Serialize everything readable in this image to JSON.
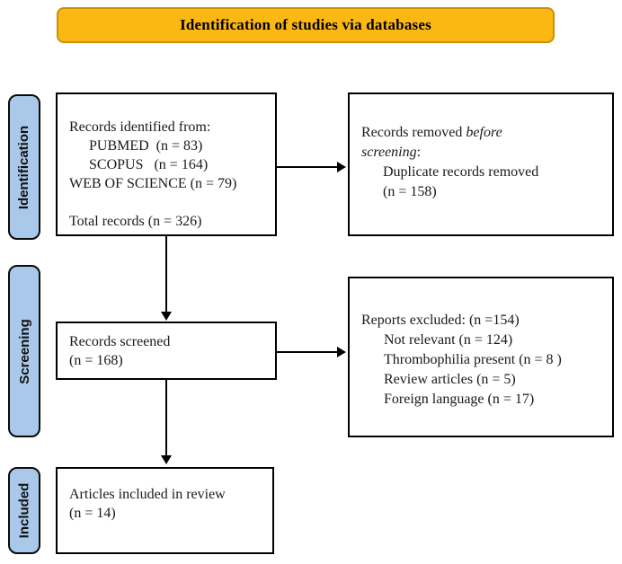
{
  "header": {
    "title": "Identification of studies via databases"
  },
  "stages": [
    {
      "label": "Identification"
    },
    {
      "label": "Screening"
    },
    {
      "label": "Included"
    }
  ],
  "boxes": {
    "identified": {
      "lines": [
        "Records identified from:",
        "PUBMED  (n = 83)",
        "SCOPUS   (n = 164)",
        "WEB OF SCIENCE (n = 79)",
        "Total records (n = 326)"
      ]
    },
    "removed": {
      "line1_prefix": "Records removed ",
      "line1_italic": "before",
      "line2_italic": "screening",
      "line2_suffix": ":",
      "detail_lines": [
        "Duplicate records removed",
        "(n = 158)"
      ]
    },
    "screened": {
      "lines": [
        "Records screened",
        "(n = 168)"
      ]
    },
    "excluded": {
      "title": "Reports excluded: (n =154)",
      "items": [
        "Not relevant (n = 124)",
        "Thrombophilia present (n = 8 )",
        "Review articles (n = 5)",
        "Foreign language (n = 17)"
      ]
    },
    "included": {
      "lines": [
        "Articles included in review",
        "(n = 14)"
      ]
    }
  },
  "colors": {
    "banner_fill": "#FBB712",
    "banner_border": "#C98E0A",
    "stage_fill": "#A9C8EA",
    "box_border": "#000000",
    "arrow": "#000000"
  }
}
